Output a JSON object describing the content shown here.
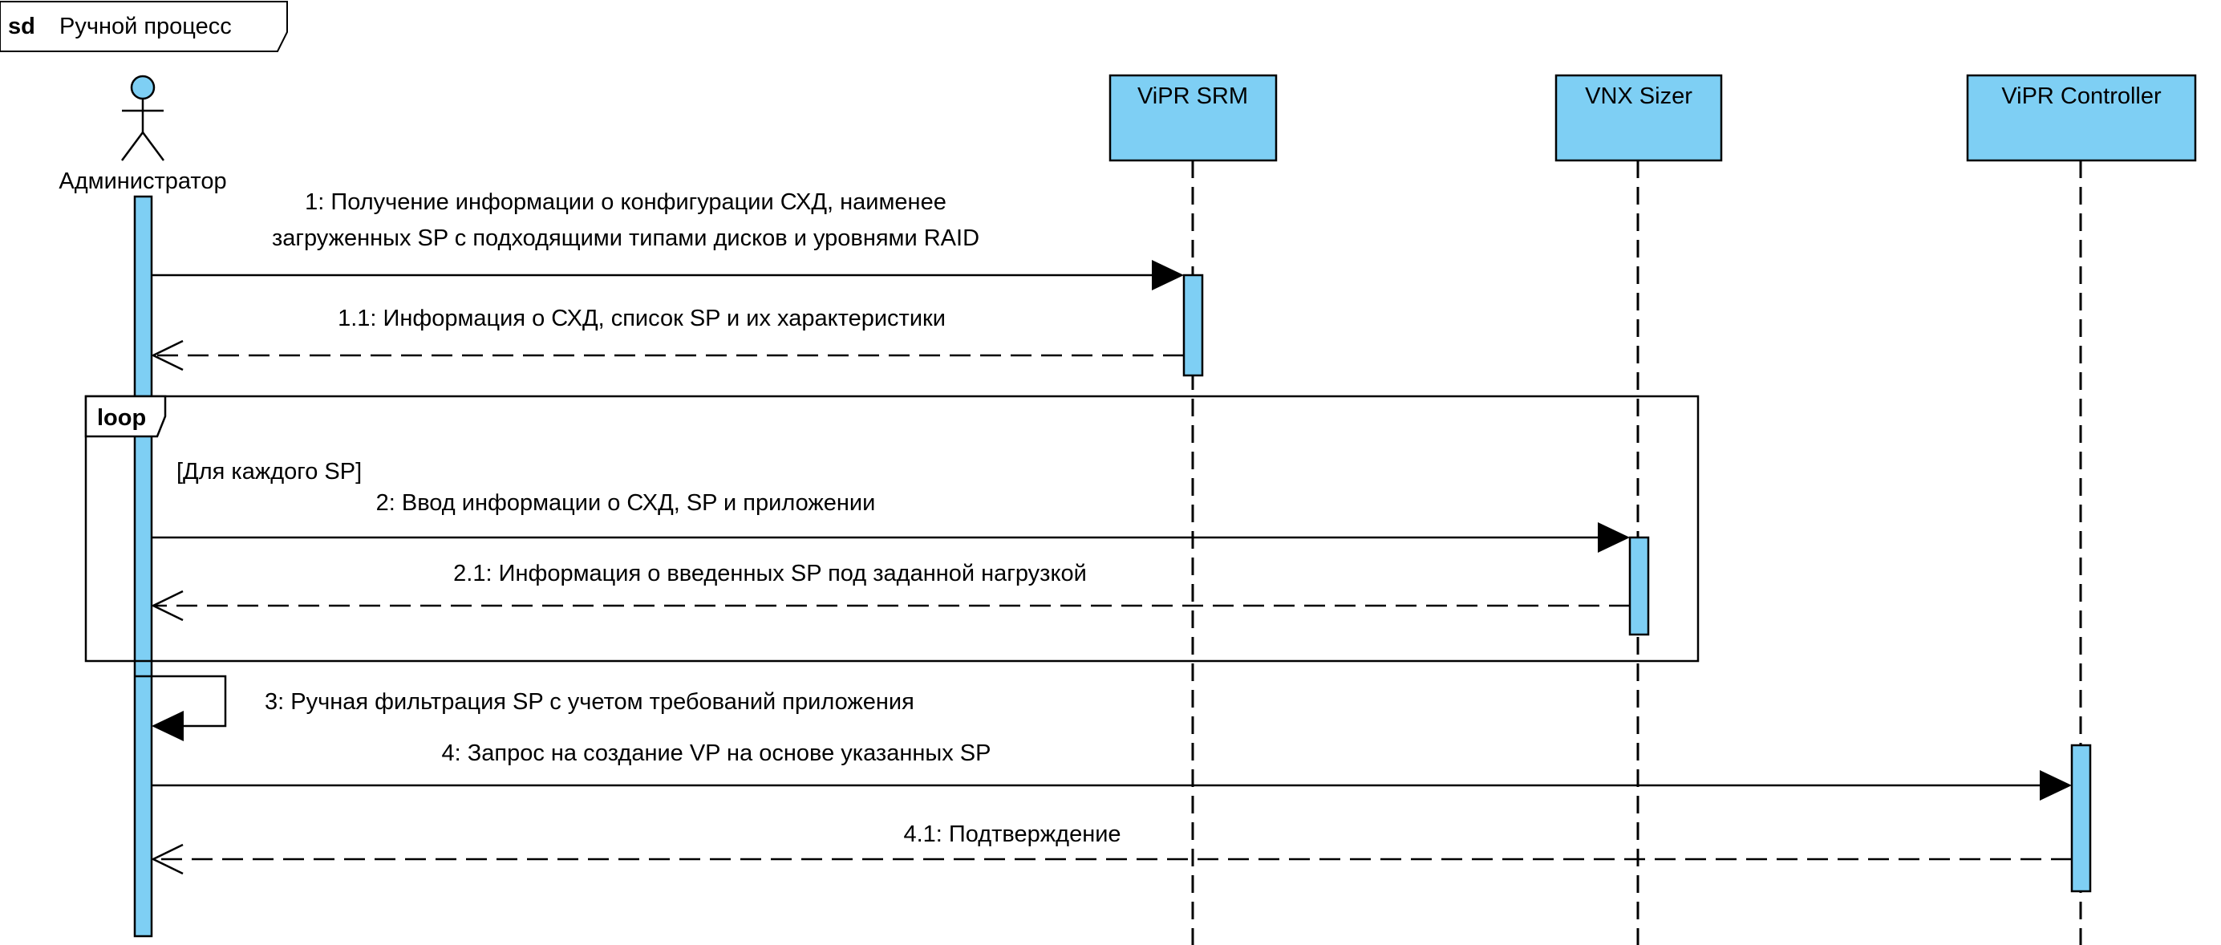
{
  "frame": {
    "keyword": "sd",
    "title": "Ручной процесс"
  },
  "participants": [
    {
      "id": "admin",
      "label": "Администратор",
      "kind": "actor"
    },
    {
      "id": "srm",
      "label": "ViPR SRM",
      "kind": "box"
    },
    {
      "id": "sizer",
      "label": "VNX Sizer",
      "kind": "box"
    },
    {
      "id": "controller",
      "label": "ViPR Controller",
      "kind": "box"
    }
  ],
  "loop": {
    "keyword": "loop",
    "guard": "[Для каждого SP]"
  },
  "messages": [
    {
      "id": "m1",
      "from": "admin",
      "to": "srm",
      "type": "sync",
      "lines": [
        "1: Получение информации о конфигурации СХД, наименее",
        "загруженных SP с подходящими типами дисков и уровнями RAID"
      ]
    },
    {
      "id": "m1_1",
      "from": "srm",
      "to": "admin",
      "type": "reply",
      "lines": [
        "1.1: Информация о СХД, список SP и их характеристики"
      ]
    },
    {
      "id": "m2",
      "from": "admin",
      "to": "sizer",
      "type": "sync",
      "lines": [
        "2: Ввод информации о СХД, SP и приложении"
      ]
    },
    {
      "id": "m2_1",
      "from": "sizer",
      "to": "admin",
      "type": "reply",
      "lines": [
        "2.1: Информация о введенных SP под заданной нагрузкой"
      ]
    },
    {
      "id": "m3",
      "from": "admin",
      "to": "admin",
      "type": "self",
      "lines": [
        "3: Ручная фильтрация SP с учетом требований приложения"
      ]
    },
    {
      "id": "m4",
      "from": "admin",
      "to": "controller",
      "type": "sync",
      "lines": [
        "4: Запрос на создание VP на основе указанных SP"
      ]
    },
    {
      "id": "m4_1",
      "from": "controller",
      "to": "admin",
      "type": "reply",
      "lines": [
        "4.1: Подтверждение"
      ]
    }
  ],
  "colors": {
    "fill": "#7ecff4",
    "stroke": "#000000",
    "background": "#ffffff"
  }
}
